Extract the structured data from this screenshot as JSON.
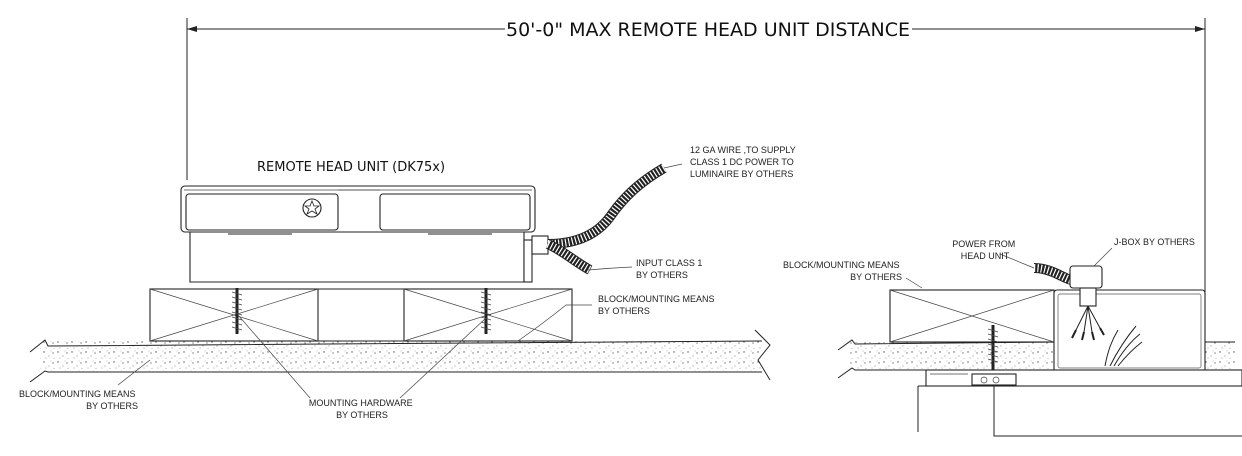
{
  "dimension": {
    "max_distance_label": "50'-0\" MAX REMOTE HEAD UNIT DISTANCE"
  },
  "left_view": {
    "unit_title": "REMOTE HEAD UNIT (DK75x)",
    "callouts": {
      "wire_supply": [
        "12 GA WIRE ,TO SUPPLY",
        "CLASS 1 DC POWER TO",
        "LUMINAIRE BY OTHERS"
      ],
      "input_class": [
        "INPUT CLASS 1",
        "BY OTHERS"
      ],
      "block_mounting_right": [
        "BLOCK/MOUNTING MEANS",
        "BY OTHERS"
      ],
      "block_mounting_left": [
        "BLOCK/MOUNTING MEANS",
        "BY OTHERS"
      ],
      "mounting_hardware": [
        "MOUNTING HARDWARE",
        "BY OTHERS"
      ]
    }
  },
  "right_view": {
    "callouts": {
      "power_from": [
        "POWER FROM",
        "HEAD UNIT"
      ],
      "jbox": [
        "J-BOX BY OTHERS"
      ],
      "block_mounting": [
        "BLOCK/MOUNTING MEANS",
        "BY OTHERS"
      ]
    }
  }
}
